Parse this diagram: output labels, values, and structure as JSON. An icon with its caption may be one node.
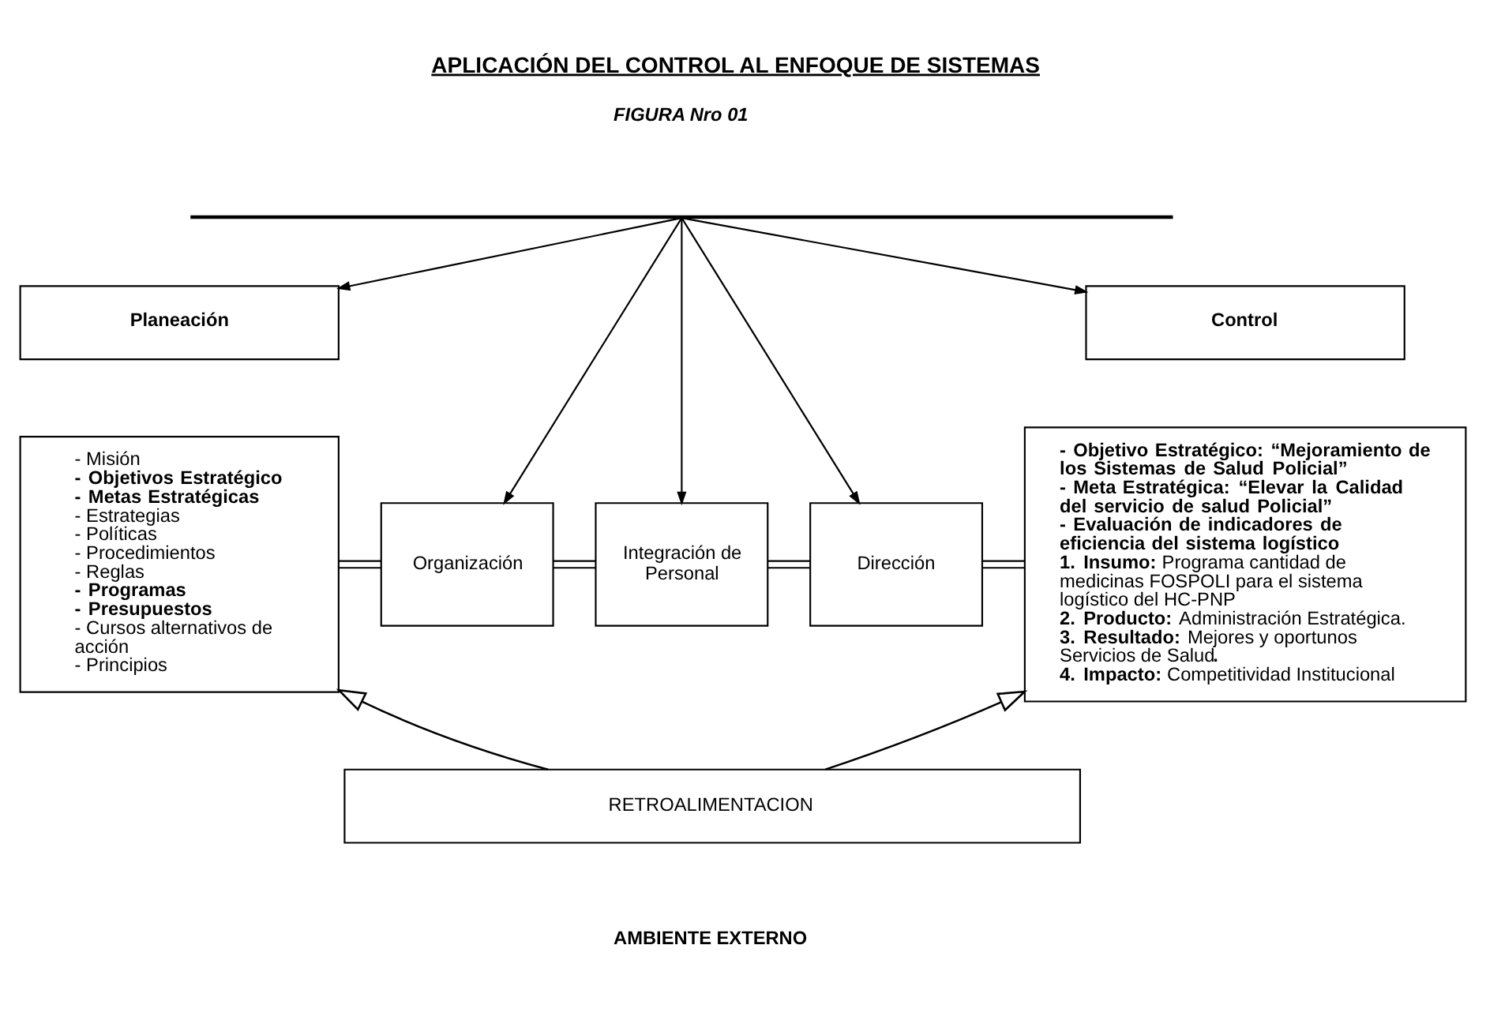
{
  "diagram": {
    "title": "APLICACIÓN DEL CONTROL AL ENFOQUE DE SISTEMAS",
    "nodes": [
      {
        "text": [
          "Planeación"
        ]
      },
      {
        "text": [
          "- Misión",
          "- Objetivos Estratégico",
          "- Metas Estratégicas",
          "- Estrategias",
          "- Políticas",
          "- Procedimientos",
          "- Reglas",
          "- Programas",
          "- Presupuestos",
          "- Cursos alternativos de acción",
          "- Principios"
        ]
      },
      {
        "text": [
          "Organización"
        ]
      },
      {
        "text": [
          "Integración de Personal"
        ]
      },
      {
        "text": [
          "Dirección"
        ]
      },
      {
        "text": [
          "Control"
        ]
      },
      {
        "text": [
          "- Objetivo Estratégico: “Mejoramiento de los Sistemas de Salud Policial”",
          "- Meta Estratégica: “Elevar la Calidad del servicio de salud Policial”",
          "- Evaluación de indicadores de eficiencia del sistema logístico",
          "**1. Insumo:** Programa cantidad de medicinas FOSPOLI para el sistema logístico del HC-PNP",
          "**2. Producto:** Administración Estratégica.",
          "**3. Resultado:** Mejores y oportunos Servicios de Salud**.**",
          "**4. Impacto:** Competitividad Institucional"
        ]
      },
      {
        "text": [
          "RETROALIMENTACION"
        ]
      },
      {
        "text": [],
        "shape": "bar"
      }
    ],
    "edges": [
      {
        "from": 8,
        "to": 0,
        "arrow": "to"
      },
      {
        "from": 8,
        "to": 2,
        "arrow": "to"
      },
      {
        "from": 8,
        "to": 3,
        "arrow": "to"
      },
      {
        "from": 8,
        "to": 4,
        "arrow": "to"
      },
      {
        "from": 8,
        "to": 5,
        "arrow": "to"
      },
      {
        "from": 1,
        "to": 2,
        "arrow": "none"
      },
      {
        "from": 2,
        "to": 3,
        "arrow": "none"
      },
      {
        "from": 3,
        "to": 4,
        "arrow": "none"
      },
      {
        "from": 4,
        "to": 6,
        "arrow": "none"
      },
      {
        "from": 7,
        "to": 1,
        "arrow": "to"
      },
      {
        "from": 7,
        "to": 6,
        "arrow": "to"
      }
    ],
    "labels": [
      "FIGURA Nro 01",
      "AMBIENTE EXTERNO"
    ]
  }
}
